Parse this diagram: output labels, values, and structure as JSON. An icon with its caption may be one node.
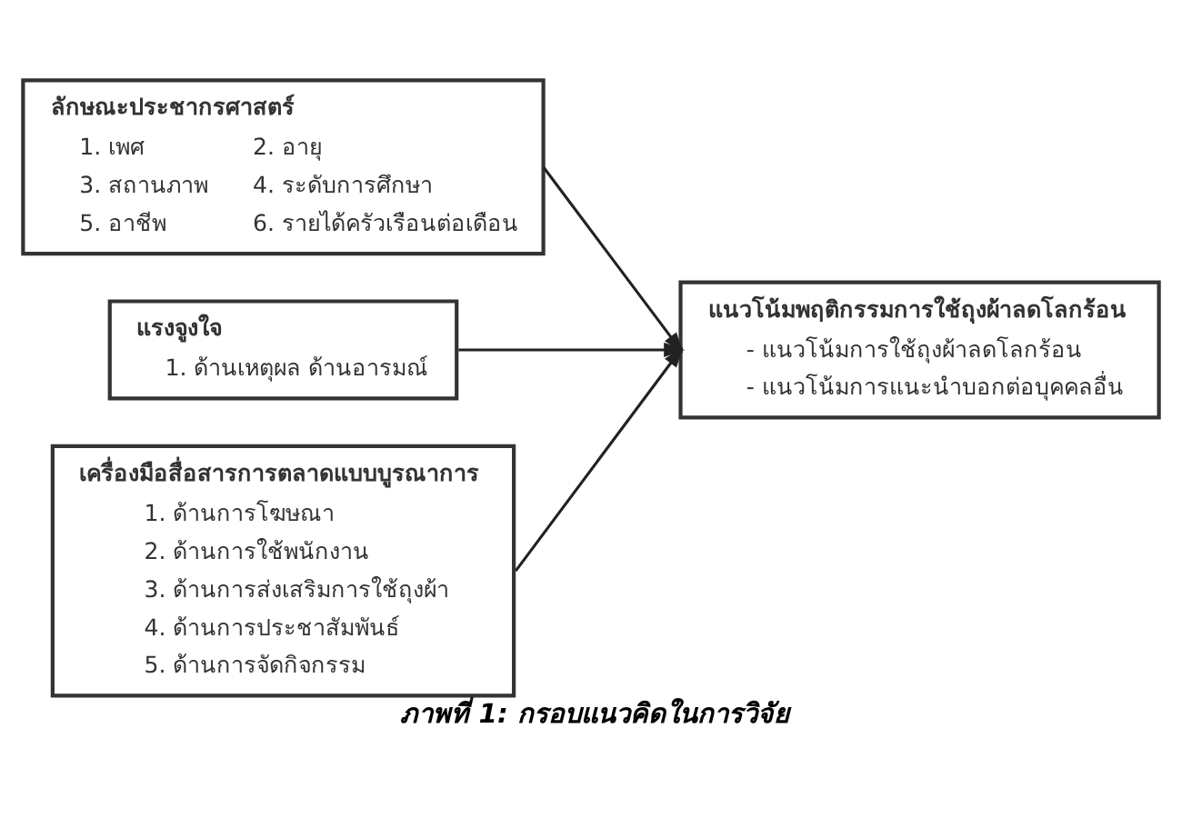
{
  "diagram": {
    "caption": "ภาพที่ 1: กรอบแนวคิดในการวิจัย",
    "nodes": [
      {
        "text": [
          "ลักษณะประชากรศาสตร์",
          "1. เพศ",
          "2. อายุ",
          "3. สถานภาพ",
          "4. ระดับการศึกษา",
          "5. อาชีพ",
          "6. รายได้ครัวเรือนต่อเดือน"
        ]
      },
      {
        "text": [
          "แรงจูงใจ",
          "1. ด้านเหตุผล ด้านอารมณ์"
        ]
      },
      {
        "text": [
          "เครื่องมือสื่อสารการตลาดแบบบูรณาการ",
          "1. ด้านการโฆษณา",
          "2. ด้านการใช้พนักงาน",
          "3. ด้านการส่งเสริมการใช้ถุงผ้า",
          "4. ด้านการประชาสัมพันธ์",
          "5. ด้านการจัดกิจกรรม"
        ]
      },
      {
        "text": [
          "แนวโน้มพฤติกรรมการใช้ถุงผ้าลดโลกร้อน",
          "- แนวโน้มการใช้ถุงผ้าลดโลกร้อน",
          "- แนวโน้มการแนะนำบอกต่อบุคคลอื่น"
        ]
      }
    ],
    "edges": [
      {
        "from": 0,
        "to": 3,
        "arrow": "to"
      },
      {
        "from": 1,
        "to": 3,
        "arrow": "to"
      },
      {
        "from": 2,
        "to": 3,
        "arrow": "to"
      }
    ]
  }
}
